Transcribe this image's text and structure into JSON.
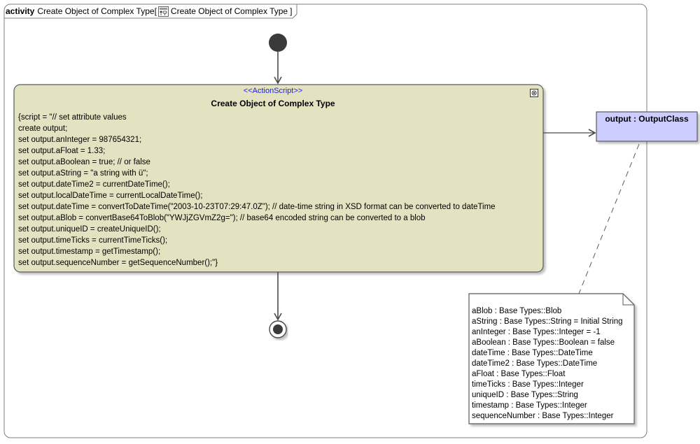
{
  "frame": {
    "keyword": "activity",
    "name": "Create Object of Complex Type",
    "open_bracket": "[",
    "ref_name": "Create Object of Complex Type",
    "close_bracket": "]",
    "icon": "activity-diagram-icon"
  },
  "action": {
    "stereotype": "<<ActionScript>>",
    "title": "Create Object of Complex Type",
    "fill": "#e3e3c2",
    "script_lines": [
      "{script = \"// set attribute values",
      "create output;",
      "set output.anInteger = 987654321;",
      "set output.aFloat = 1.33;",
      "set output.aBoolean = true; // or false",
      "set output.aString = \"a string with ü\";",
      "set output.dateTime2 = currentDateTime();",
      "set output.localDateTime = currentLocalDateTime();",
      "set output.dateTime = convertToDateTime(\"2003-10-23T07:29:47.0Z\"); // date-time string in XSD format can be converted to dateTime",
      "set output.aBlob = convertBase64ToBlob(\"YWJjZGVmZ2g=\"); // base64 encoded string can be converted to a blob",
      "set output.uniqueID = createUniqueID();",
      "set output.timeTicks = currentTimeTicks();",
      "set output.timestamp = getTimestamp();",
      "set output.sequenceNumber = getSequenceNumber();\"}"
    ],
    "pin_icon": "output-pin-icon"
  },
  "output_node": {
    "label": "output : OutputClass",
    "fill": "#ccccff"
  },
  "note": {
    "lines": [
      "aBlob : Base Types::Blob",
      "aString : Base Types::String = Initial String",
      "anInteger : Base Types::Integer = -1",
      "aBoolean : Base Types::Boolean = false",
      "dateTime : Base Types::DateTime",
      "dateTime2 : Base Types::DateTime",
      "aFloat : Base Types::Float",
      "timeTicks : Base Types::Integer",
      "uniqueID : Base Types::String",
      "timestamp : Base Types::Integer",
      "sequenceNumber : Base Types::Integer"
    ]
  },
  "colors": {
    "initial_node": "#3a3a3a",
    "stroke": "#5a5a5a",
    "frame_stroke": "#7f7f7f"
  }
}
